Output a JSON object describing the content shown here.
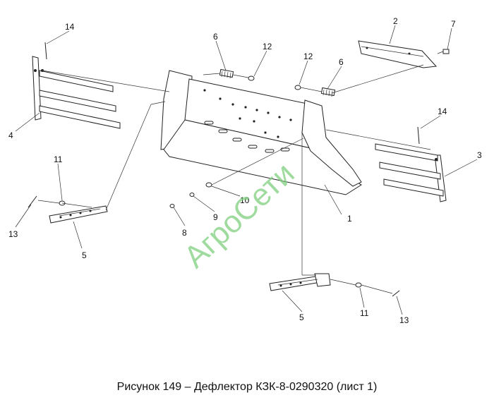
{
  "caption": "Рисунок 149 – Дефлектор КЗК-8-0290320 (лист 1)",
  "watermark": "АгроСети",
  "callouts": [
    {
      "id": "c1",
      "text": "1"
    },
    {
      "id": "c2",
      "text": "2"
    },
    {
      "id": "c3",
      "text": "3"
    },
    {
      "id": "c4",
      "text": "4"
    },
    {
      "id": "c5a",
      "text": "5"
    },
    {
      "id": "c5b",
      "text": "5"
    },
    {
      "id": "c6a",
      "text": "6"
    },
    {
      "id": "c6b",
      "text": "6"
    },
    {
      "id": "c7",
      "text": "7"
    },
    {
      "id": "c8",
      "text": "8"
    },
    {
      "id": "c9",
      "text": "9"
    },
    {
      "id": "c10",
      "text": "10"
    },
    {
      "id": "c11a",
      "text": "11"
    },
    {
      "id": "c11b",
      "text": "11"
    },
    {
      "id": "c12a",
      "text": "12"
    },
    {
      "id": "c12b",
      "text": "12"
    },
    {
      "id": "c13a",
      "text": "13"
    },
    {
      "id": "c13b",
      "text": "13"
    },
    {
      "id": "c14a",
      "text": "14"
    },
    {
      "id": "c14b",
      "text": "14"
    }
  ]
}
